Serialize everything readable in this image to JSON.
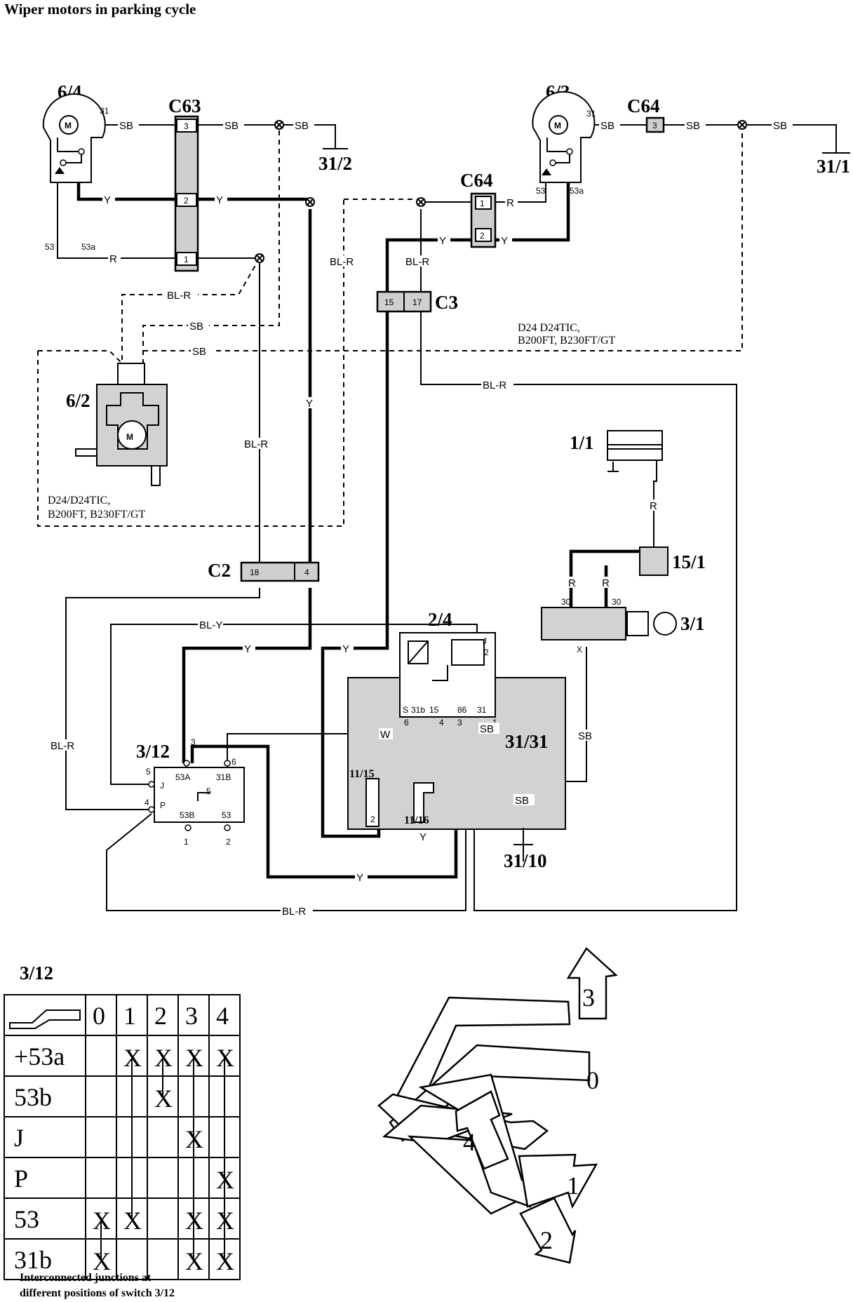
{
  "title": "Wiper motors in parking cycle",
  "components": {
    "motor_6_4": "6/4",
    "connector_c63": "C63",
    "ground_31_2": "31/2",
    "motor_6_3": "6/3",
    "connector_c64_top": "C64",
    "connector_c64_mid": "C64",
    "ground_31_1": "31/1",
    "connector_c3": "C3",
    "pump_6_2": "6/2",
    "connector_c2": "C2",
    "fuse_1_1": "1/1",
    "fuse_15_1": "15/1",
    "ignition_3_1": "3/1",
    "relay_2_4": "2/4",
    "ground_31_31": "31/31",
    "ground_31_10": "31/10",
    "switch_3_12": "3/12",
    "sub_11_15": "11/15",
    "sub_11_16": "11/16"
  },
  "pins": {
    "m64_31": "31",
    "m64_53": "53",
    "m64_53a": "53a",
    "c63_3": "3",
    "c63_2": "2",
    "c63_1": "1",
    "m63_31": "31",
    "m63_53": "53",
    "m63_53a": "53a",
    "c64t_3": "3",
    "c64m_1": "1",
    "c64m_2": "2",
    "c3_15": "15",
    "c3_17": "17",
    "c2_18": "18",
    "c2_4": "4",
    "ig_30a": "30",
    "ig_30b": "30",
    "ig_x": "X",
    "r_j": "J",
    "r_2": "2",
    "r_s": "S",
    "r_31b": "31b",
    "r_15": "15",
    "r_86": "86",
    "r_31": "31",
    "r_6": "6",
    "r_4": "4",
    "r_3": "3",
    "r_1": "1",
    "r_2b": "2",
    "sw_3": "3",
    "sw_6": "6",
    "sw_5": "5",
    "sw_4": "4",
    "sw_1": "1",
    "sw_2": "2",
    "sw_53a": "53A",
    "sw_31b": "31B",
    "sw_j": "J",
    "sw_p": "P",
    "sw_53b": "53B",
    "sw_53": "53",
    "sw_5i": "5"
  },
  "wires": {
    "sb1": "SB",
    "sb2": "SB",
    "sb3": "SB",
    "sb4": "SB",
    "sb5": "SB",
    "sb6": "SB",
    "y1": "Y",
    "y2": "Y",
    "y3": "Y",
    "y4": "Y",
    "r1": "R",
    "r2": "R",
    "r3": "R",
    "r4": "R",
    "r5": "R",
    "blr1": "BL-R",
    "blr2": "BL-R",
    "blr3": "BL-R",
    "blr4": "BL-R",
    "blr5": "BL-R",
    "blr6": "BL-R",
    "blr7": "BL-R",
    "sbd1": "SB",
    "sbd2": "SB",
    "bly": "BL-Y",
    "y5": "Y",
    "y6": "Y",
    "y7": "Y",
    "y8": "Y",
    "y9": "Y",
    "w": "W",
    "sb7": "SB",
    "sb8": "SB",
    "sb9": "SB"
  },
  "notes": {
    "variant_left_1": "D24/D24TIC,",
    "variant_left_2": "B200FT, B230FT/GT",
    "variant_right_1": "D24 D24TIC,",
    "variant_right_2": "B200FT, B230FT/GT"
  },
  "switch_table": {
    "title": "3/12",
    "columns": [
      "0",
      "1",
      "2",
      "3",
      "4"
    ],
    "rows": [
      {
        "label": "+53a",
        "marks": [
          "",
          "X",
          "X",
          "X",
          "X"
        ]
      },
      {
        "label": "53b",
        "marks": [
          "",
          "",
          "X",
          "",
          ""
        ]
      },
      {
        "label": "J",
        "marks": [
          "",
          "",
          "",
          "X",
          ""
        ]
      },
      {
        "label": "P",
        "marks": [
          "",
          "",
          "",
          "",
          "X"
        ]
      },
      {
        "label": "53",
        "marks": [
          "X",
          "X",
          "",
          "X",
          "X"
        ]
      },
      {
        "label": "31b",
        "marks": [
          "X",
          "",
          "",
          "X",
          "X"
        ]
      }
    ]
  },
  "lever_positions": {
    "p3": "3",
    "p0": "0",
    "p4": "4",
    "p1": "1",
    "p2": "2"
  },
  "caption_line1": "Interconnected junctions at",
  "caption_line2": "different positions of switch 3/12"
}
